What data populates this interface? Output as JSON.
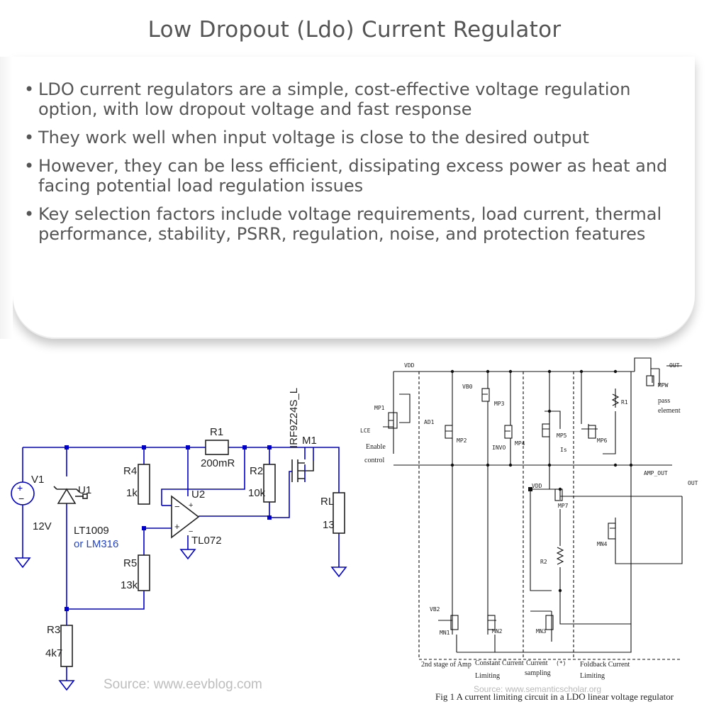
{
  "title": "Low Dropout (Ldo) Current Regulator",
  "bullets": [
    "LDO current regulators are a simple, cost-effective voltage regulation option, with low dropout voltage and fast response",
    "They work well when input voltage is close to the desired output",
    "However, they can be less efficient, dissipating excess power as heat and facing potential load regulation issues",
    "Key selection factors include voltage requirements, load current, thermal performance, stability, PSRR, regulation, noise, and protection features"
  ],
  "left_circuit": {
    "labels": {
      "v1": "V1",
      "v1_val": "12V",
      "u1": "U1",
      "u1_part": "LT1009",
      "u1_alt": "or LM316",
      "r1": "R1",
      "r1_val": "200mR",
      "r2": "R2",
      "r2_val": "10k",
      "r3": "R3",
      "r3_val": "4k7",
      "r4": "R4",
      "r4_val": "1k",
      "r5": "R5",
      "r5_val": "13k",
      "u2": "U2",
      "u2_part": "TL072",
      "m1": "M1",
      "m1_part": "IRF9Z24S_L",
      "rl": "RL",
      "rl_val": "13",
      "minus": "−",
      "plus": "+"
    },
    "source": "Source: www.eevblog.com",
    "colors": {
      "wire": "#0000cc",
      "component": "#222222",
      "node": "#0000cc",
      "ground": "#0000cc",
      "alt_text": "#2244cc"
    }
  },
  "right_circuit": {
    "labels": {
      "vdd": "VDD",
      "out_top": "OUT",
      "mp1": "MP1",
      "lce": "LCE",
      "enable": "Enable",
      "control": "control",
      "vb0": "VB0",
      "mp3": "MP3",
      "ad1": "AD1",
      "mp2": "MP2",
      "invo": "INVO",
      "mp4": "MP4",
      "mp5": "MP5",
      "is": "Is",
      "mp6": "MP6",
      "r1": "R1",
      "mpw": "MPW",
      "pass": "pass",
      "element": "element",
      "amp_out": "AMP_OUT",
      "vdd2": "VDD",
      "out_right": "OUT",
      "mp7": "MP7",
      "r2": "R2",
      "mn4": "MN4",
      "vb2": "VB2",
      "mn1": "MN1",
      "mn2": "MN2",
      "mn3": "MN3",
      "sec1": "2nd stage of Amp",
      "sec2a": "Constant Current",
      "sec2b": "Limiting",
      "sec3a": "Current",
      "sec3b": "sampling",
      "sec4a": "Foldback Current",
      "sec4b": "Limiting",
      "a1": "(*)"
    },
    "caption": "Fig 1 A current limiting circuit in a LDO linear voltage regulator",
    "source": "Source: www.semanticscholar.org"
  }
}
